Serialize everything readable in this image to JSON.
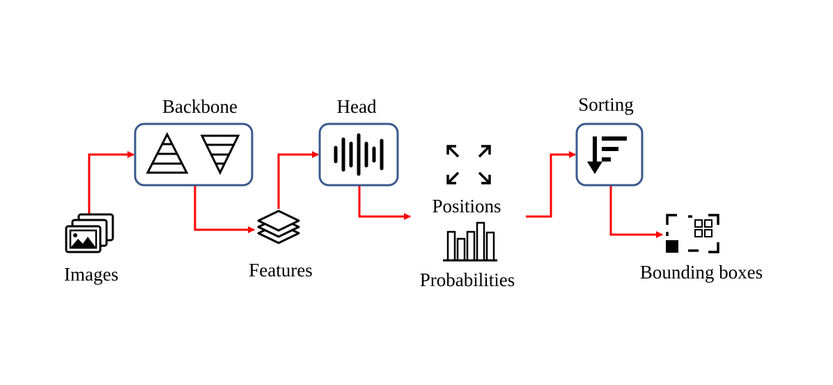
{
  "diagram": {
    "nodes": {
      "images": {
        "label": "Images",
        "icon": "image-stack-icon"
      },
      "backbone": {
        "label": "Backbone",
        "icons": [
          "pyramid-icon",
          "inverted-pyramid-icon"
        ]
      },
      "features": {
        "label": "Features",
        "icon": "layers-icon"
      },
      "head": {
        "label": "Head",
        "icon": "bars-icon"
      },
      "positions": {
        "label": "Positions",
        "icon": "expand-arrows-icon"
      },
      "probabilities": {
        "label": "Probabilities",
        "icon": "bar-chart-icon"
      },
      "sorting": {
        "label": "Sorting",
        "icon": "sort-descending-icon"
      },
      "bounding_boxes": {
        "label": "Bounding boxes",
        "icon": "bounding-box-icon"
      }
    },
    "colors": {
      "arrow": "#ff0000",
      "box_border": "#3a5a8c",
      "icon": "#000000"
    }
  }
}
